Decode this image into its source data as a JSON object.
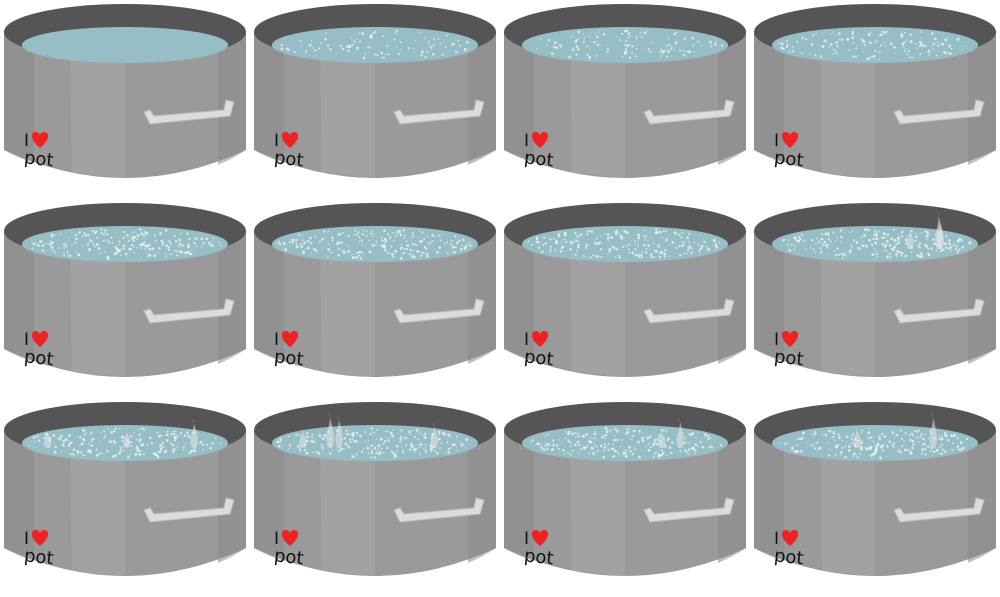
{
  "scene": {
    "description_label": "",
    "colors": {
      "pot_body": "#9a9a9a",
      "pot_body_dark": "#8a8a8a",
      "pot_body_light": "#a8a8a8",
      "rim": "#555555",
      "water": "#97bdc6",
      "handle": "#dcdcdc",
      "logo_text": "#111111",
      "heart": "#ee2222",
      "steam": "#e8e8e8"
    },
    "logo": {
      "line1": "I",
      "heart_icon": "heart-icon",
      "line2": "pot"
    },
    "frames": [
      {
        "bubbles": 0.0,
        "steam": 0.0
      },
      {
        "bubbles": 0.35,
        "steam": 0.0
      },
      {
        "bubbles": 0.45,
        "steam": 0.0
      },
      {
        "bubbles": 0.5,
        "steam": 0.0
      },
      {
        "bubbles": 0.8,
        "steam": 0.0
      },
      {
        "bubbles": 0.8,
        "steam": 0.0
      },
      {
        "bubbles": 0.8,
        "steam": 0.0
      },
      {
        "bubbles": 0.8,
        "steam": 0.6
      },
      {
        "bubbles": 0.8,
        "steam": 0.6
      },
      {
        "bubbles": 0.8,
        "steam": 0.7
      },
      {
        "bubbles": 0.8,
        "steam": 0.4
      },
      {
        "bubbles": 0.8,
        "steam": 0.4
      }
    ]
  }
}
